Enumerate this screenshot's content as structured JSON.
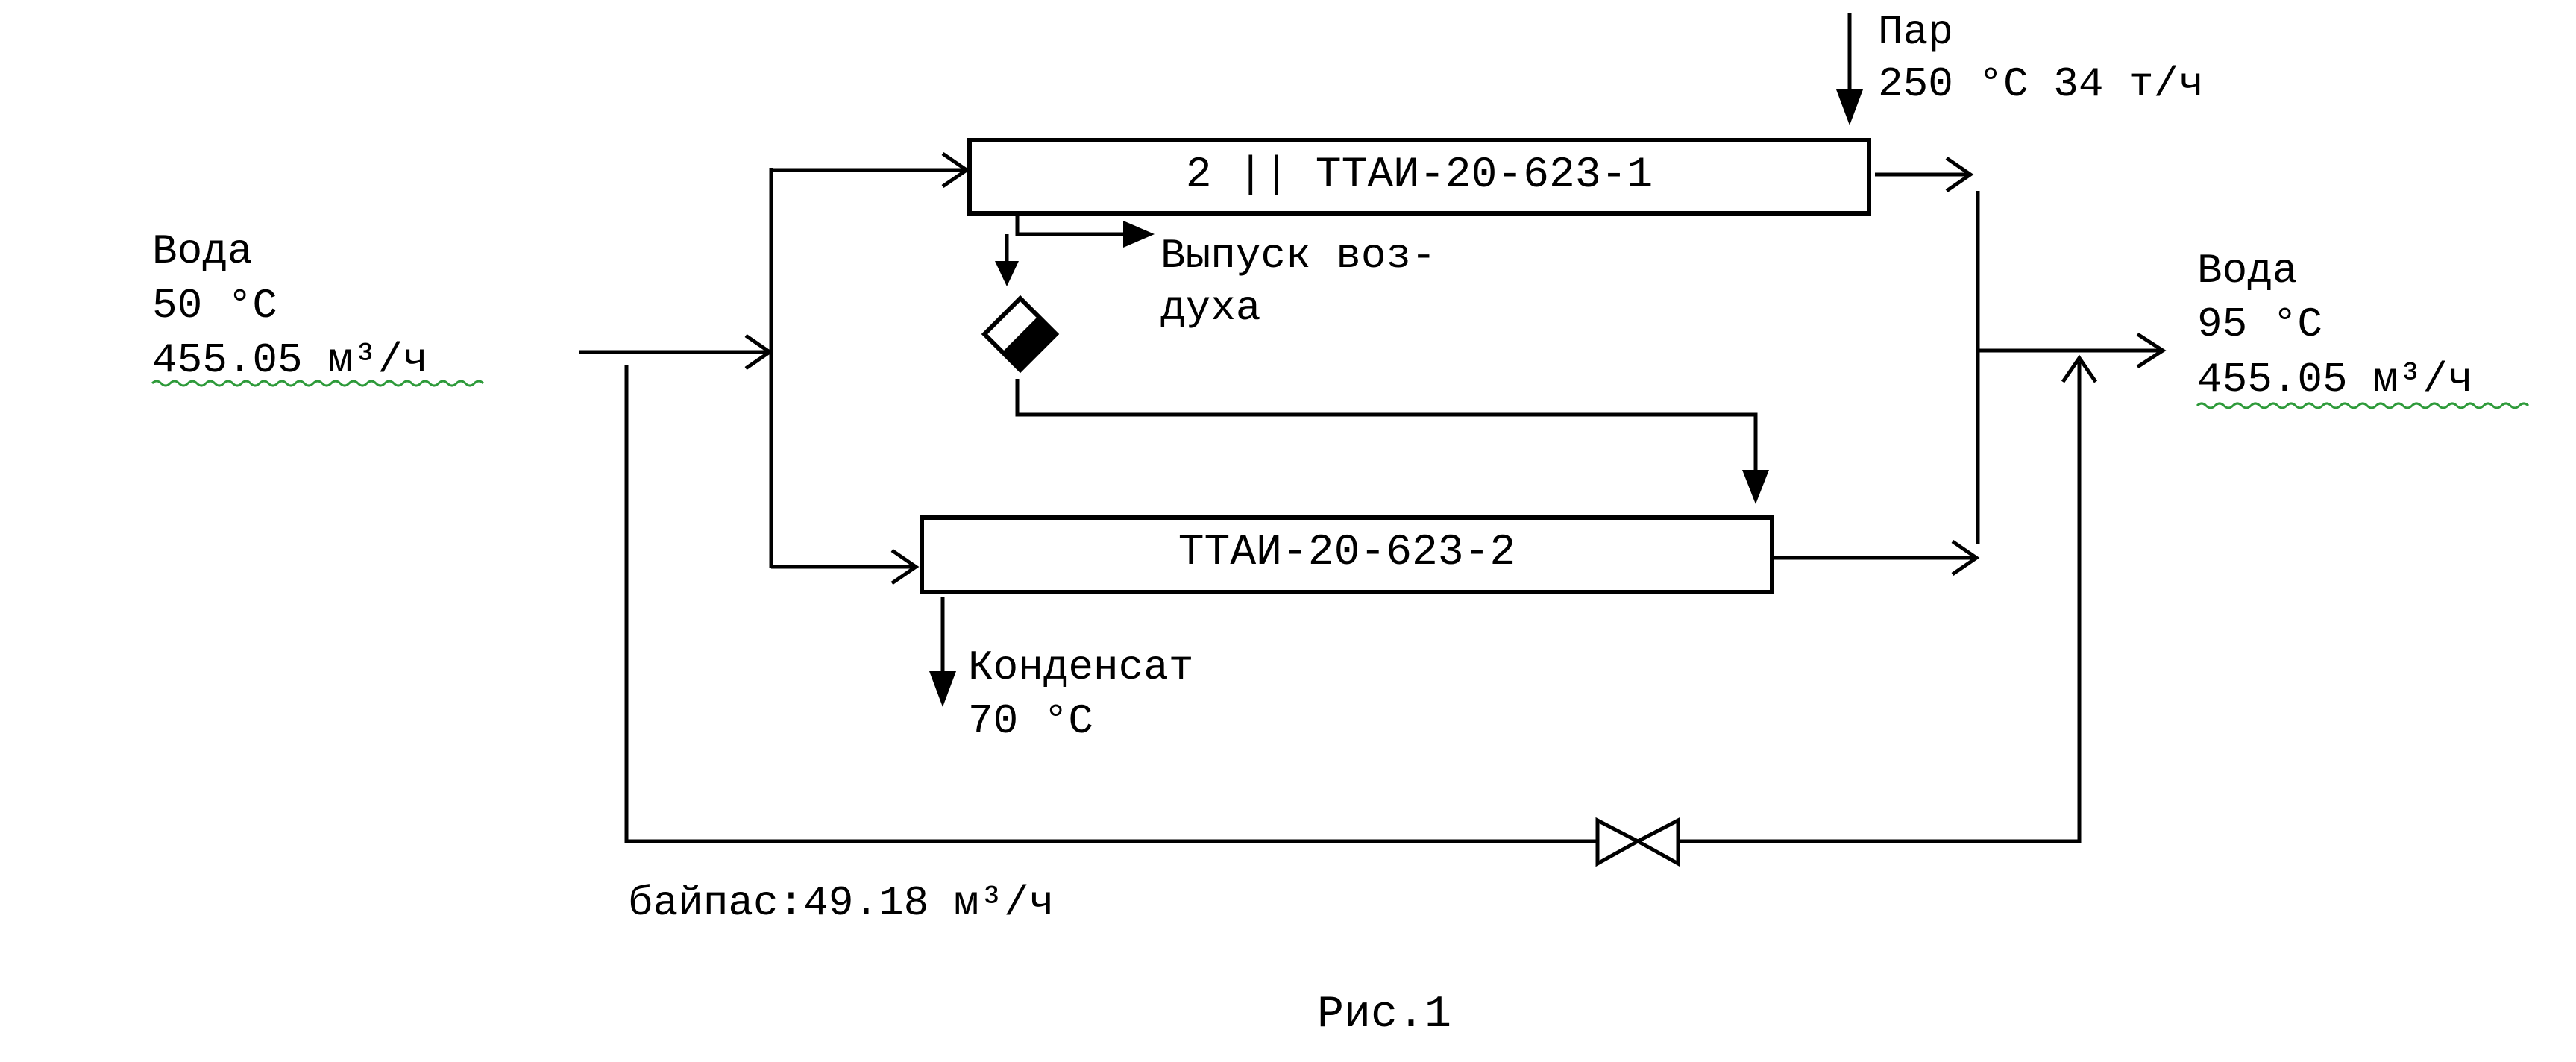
{
  "steam": {
    "label": "Пар",
    "params": "250 °C 34 т/ч"
  },
  "inlet": {
    "label": "Вода",
    "temp": "50 °C",
    "flow": "455.05 м³/ч"
  },
  "outlet": {
    "label": "Вода",
    "temp": "95 °C",
    "flow": "455.05 м³/ч"
  },
  "exchanger_1": {
    "label": "2 || ТТАИ-20-623-1"
  },
  "exchanger_2": {
    "label": "ТТАИ-20-623-2"
  },
  "air_release": {
    "line1": "Выпуск воз-",
    "line2": "духа"
  },
  "condensate": {
    "label": "Конденсат",
    "temp": "70 °C"
  },
  "bypass": {
    "label": "байпас:49.18 м³/ч"
  },
  "caption": "Рис.1",
  "colors": {
    "line": "#000000",
    "spellcheck_underline": "#2e9a3a",
    "background": "#ffffff"
  }
}
